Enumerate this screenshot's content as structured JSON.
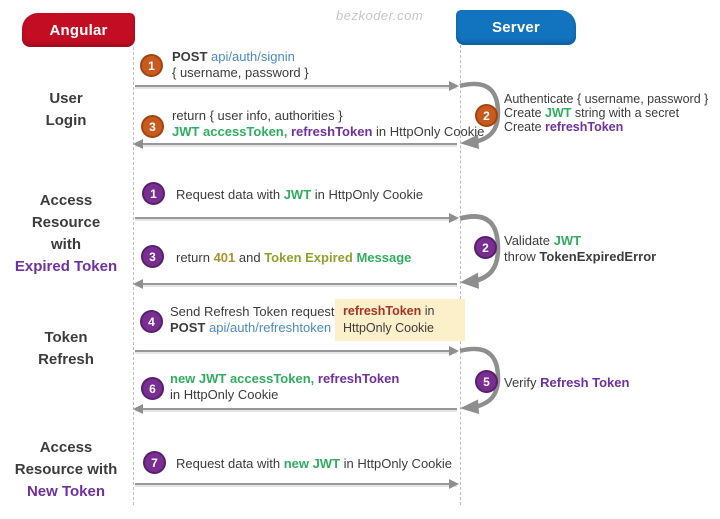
{
  "watermark": "bezkoder.com",
  "colors": {
    "blk": "#3c3c3c",
    "blu": "#4a89c8",
    "grn": "#2fae5f",
    "pur": "#7030a0",
    "olv": "#a6952d",
    "olg": "#8fa02d",
    "red": "#a93226",
    "angular_red": "#c30d23",
    "server_blue": "#1273bf",
    "orange_step": "#c85a1e",
    "purple_step": "#7a2e92",
    "note_yellow": "#fcf0cb"
  },
  "actors": {
    "angular": "Angular",
    "server": "Server"
  },
  "sections": [
    {
      "lines": [
        [
          [
            "User",
            "blk"
          ]
        ],
        [
          [
            "Login",
            "blk"
          ]
        ]
      ]
    },
    {
      "lines": [
        [
          [
            "Access",
            "blk"
          ]
        ],
        [
          [
            "Resource",
            "blk"
          ]
        ],
        [
          [
            "with",
            "blk"
          ]
        ],
        [
          [
            "Expired Token",
            "pur"
          ]
        ]
      ]
    },
    {
      "lines": [
        [
          [
            "Token",
            "blk"
          ]
        ],
        [
          [
            "Refresh",
            "blk"
          ]
        ]
      ]
    },
    {
      "lines": [
        [
          [
            "Access",
            "blk"
          ]
        ],
        [
          [
            "Resource with",
            "blk"
          ]
        ],
        [
          [
            "New Token",
            "pur"
          ]
        ]
      ]
    }
  ],
  "messages": [
    {
      "badge": "1",
      "color": "orange",
      "lines": [
        [
          [
            "POST ",
            "blk",
            "bd"
          ],
          [
            "api/auth/signin",
            "blu"
          ]
        ],
        [
          [
            "{ username, password }",
            "blk"
          ]
        ]
      ]
    },
    {
      "badge": "2",
      "color": "orange",
      "lines": [
        [
          [
            "Authenticate { username, password }",
            "blk"
          ]
        ],
        [
          [
            "Create ",
            "blk"
          ],
          [
            "JWT",
            "grn",
            "bd"
          ],
          [
            " string with a secret",
            "blk"
          ]
        ],
        [
          [
            "Create ",
            "blk"
          ],
          [
            "refreshToken",
            "pur",
            "bd"
          ]
        ]
      ]
    },
    {
      "badge": "3",
      "color": "orange",
      "lines": [
        [
          [
            "return { user info, authorities }",
            "blk"
          ]
        ],
        [
          [
            "JWT accessToken,",
            "grn",
            "bd"
          ],
          [
            " ",
            "blk"
          ],
          [
            "refreshToken",
            "pur",
            "bd"
          ],
          [
            " in HttpOnly Cookie",
            "blk"
          ]
        ]
      ]
    },
    {
      "badge": "1",
      "color": "purple",
      "lines": [
        [
          [
            "Request data with ",
            "blk"
          ],
          [
            "JWT",
            "grn",
            "bd"
          ],
          [
            " in HttpOnly Cookie",
            "blk"
          ]
        ]
      ]
    },
    {
      "badge": "2",
      "color": "purple",
      "lines": [
        [
          [
            "Validate ",
            "blk"
          ],
          [
            "JWT",
            "grn",
            "bd"
          ]
        ],
        [
          [
            "throw ",
            "blk"
          ],
          [
            "TokenExpiredError",
            "blk",
            "bd"
          ]
        ]
      ]
    },
    {
      "badge": "3",
      "color": "purple",
      "lines": [
        [
          [
            "return ",
            "blk"
          ],
          [
            "401",
            "olv",
            "bd"
          ],
          [
            " and ",
            "blk"
          ],
          [
            "Token Expired",
            "olg",
            "bd"
          ],
          [
            " ",
            "blk"
          ],
          [
            "Message",
            "grn",
            "bd"
          ]
        ]
      ]
    },
    {
      "badge": "4",
      "color": "purple",
      "lines": [
        [
          [
            "Send Refresh Token request",
            "blk"
          ]
        ],
        [
          [
            "POST ",
            "blk",
            "bd"
          ],
          [
            "api/auth/refreshtoken",
            "blu"
          ]
        ]
      ]
    },
    {
      "badge": "5",
      "color": "purple",
      "lines": [
        [
          [
            "Verify ",
            "blk"
          ],
          [
            "Refresh Token",
            "pur",
            "bd"
          ]
        ]
      ]
    },
    {
      "badge": "6",
      "color": "purple",
      "lines": [
        [
          [
            "new JWT accessToken,",
            "grn",
            "bd"
          ],
          [
            " ",
            "blk"
          ],
          [
            "refreshToken",
            "pur",
            "bd"
          ]
        ],
        [
          [
            "in HttpOnly Cookie",
            "blk"
          ]
        ]
      ]
    },
    {
      "badge": "7",
      "color": "purple",
      "lines": [
        [
          [
            "Request data with ",
            "blk"
          ],
          [
            "new JWT",
            "grn",
            "bd"
          ],
          [
            " in HttpOnly Cookie",
            "blk"
          ]
        ]
      ]
    }
  ],
  "note": {
    "lines": [
      [
        [
          "refreshToken",
          "red",
          "bd"
        ],
        [
          " in",
          "blk"
        ]
      ],
      [
        [
          "HttpOnly Cookie",
          "blk"
        ]
      ]
    ]
  }
}
